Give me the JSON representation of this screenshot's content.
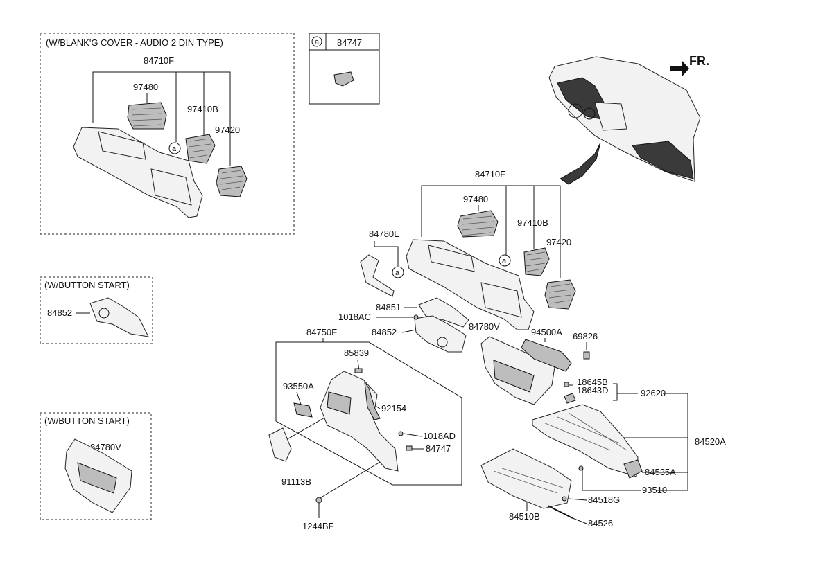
{
  "insets": {
    "audio_2din": {
      "title": "(W/BLANK'G COVER - AUDIO 2 DIN TYPE)",
      "labels": [
        "84710F",
        "97480",
        "97410B",
        "97420"
      ],
      "callout": "a"
    },
    "legend_a": {
      "callout": "a",
      "part": "84747"
    },
    "button_start_1": {
      "title": "(W/BUTTON START)",
      "part": "84852"
    },
    "button_start_2": {
      "title": "(W/BUTTON START)",
      "part": "84780V"
    }
  },
  "front_label": "FR.",
  "main_labels": {
    "l84710F": "84710F",
    "l97480": "97480",
    "l97410B": "97410B",
    "l97420": "97420",
    "l84780L": "84780L",
    "l84851": "84851",
    "l1018AC": "1018AC",
    "l84852": "84852",
    "l84780V": "84780V",
    "l94500A": "94500A",
    "l69826": "69826",
    "l84750F": "84750F",
    "l85839": "85839",
    "l93550A": "93550A",
    "l92154": "92154",
    "l1018AD": "1018AD",
    "l84747": "84747",
    "l91113B": "91113B",
    "l1244BF": "1244BF",
    "l18645B": "18645B",
    "l18643D": "18643D",
    "l92620": "92620",
    "l84520A": "84520A",
    "l84535A": "84535A",
    "l93510": "93510",
    "l84518G": "84518G",
    "l84510B": "84510B",
    "l84526": "84526"
  },
  "callouts": {
    "a1": "a",
    "a2": "a"
  }
}
